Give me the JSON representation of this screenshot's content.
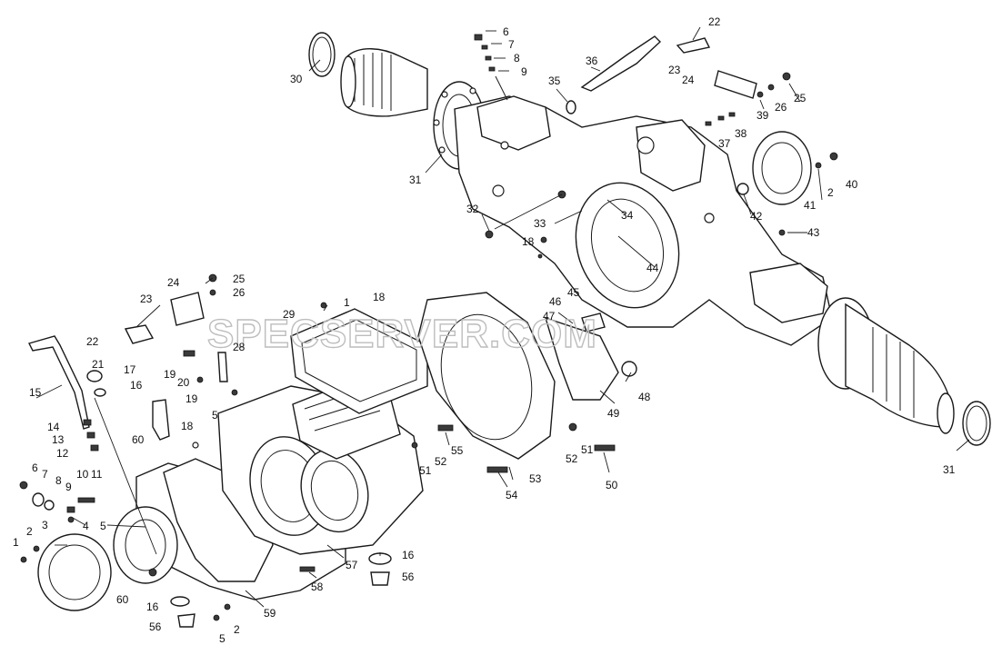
{
  "watermark": "SPECSERVER.COM",
  "callouts": [
    {
      "id": "c6a",
      "text": "6"
    },
    {
      "id": "c7a",
      "text": "7"
    },
    {
      "id": "c8a",
      "text": "8"
    },
    {
      "id": "c9a",
      "text": "9"
    },
    {
      "id": "c36",
      "text": "36"
    },
    {
      "id": "c35",
      "text": "35"
    },
    {
      "id": "c22a",
      "text": "22"
    },
    {
      "id": "c23a",
      "text": "23"
    },
    {
      "id": "c24a",
      "text": "24"
    },
    {
      "id": "c25a",
      "text": "25"
    },
    {
      "id": "c26a",
      "text": "26"
    },
    {
      "id": "c39",
      "text": "39"
    },
    {
      "id": "c30",
      "text": "30"
    },
    {
      "id": "c31a",
      "text": "31"
    },
    {
      "id": "c37",
      "text": "37"
    },
    {
      "id": "c38",
      "text": "38"
    },
    {
      "id": "c40",
      "text": "40"
    },
    {
      "id": "c2a",
      "text": "2"
    },
    {
      "id": "c41",
      "text": "41"
    },
    {
      "id": "c32",
      "text": "32"
    },
    {
      "id": "c33",
      "text": "33"
    },
    {
      "id": "c34",
      "text": "34"
    },
    {
      "id": "c18a",
      "text": "18"
    },
    {
      "id": "c42",
      "text": "42"
    },
    {
      "id": "c43",
      "text": "43"
    },
    {
      "id": "c44",
      "text": "44"
    },
    {
      "id": "c24b",
      "text": "24"
    },
    {
      "id": "c25b",
      "text": "25"
    },
    {
      "id": "c26b",
      "text": "26"
    },
    {
      "id": "c23b",
      "text": "23"
    },
    {
      "id": "c22b",
      "text": "22"
    },
    {
      "id": "c1a",
      "text": "1"
    },
    {
      "id": "c18b",
      "text": "18"
    },
    {
      "id": "c29",
      "text": "29"
    },
    {
      "id": "c46",
      "text": "46"
    },
    {
      "id": "c45",
      "text": "45"
    },
    {
      "id": "c47",
      "text": "47"
    },
    {
      "id": "c28",
      "text": "28"
    },
    {
      "id": "c21",
      "text": "21"
    },
    {
      "id": "c17",
      "text": "17"
    },
    {
      "id": "c19a",
      "text": "19"
    },
    {
      "id": "c20",
      "text": "20"
    },
    {
      "id": "c19b",
      "text": "19"
    },
    {
      "id": "c15",
      "text": "15"
    },
    {
      "id": "c16a",
      "text": "16"
    },
    {
      "id": "c5a",
      "text": "5"
    },
    {
      "id": "c48",
      "text": "48"
    },
    {
      "id": "c49",
      "text": "49"
    },
    {
      "id": "c14",
      "text": "14"
    },
    {
      "id": "c13",
      "text": "13"
    },
    {
      "id": "c60a",
      "text": "60"
    },
    {
      "id": "c18c",
      "text": "18"
    },
    {
      "id": "c12",
      "text": "12"
    },
    {
      "id": "c55",
      "text": "55"
    },
    {
      "id": "c51a",
      "text": "51"
    },
    {
      "id": "c52a",
      "text": "52"
    },
    {
      "id": "c52b",
      "text": "52"
    },
    {
      "id": "c51b",
      "text": "51"
    },
    {
      "id": "c31b",
      "text": "31"
    },
    {
      "id": "c6b",
      "text": "6"
    },
    {
      "id": "c7b",
      "text": "7"
    },
    {
      "id": "c8b",
      "text": "8"
    },
    {
      "id": "c9b",
      "text": "9"
    },
    {
      "id": "c10",
      "text": "10"
    },
    {
      "id": "c11",
      "text": "11"
    },
    {
      "id": "c53",
      "text": "53"
    },
    {
      "id": "c50",
      "text": "50"
    },
    {
      "id": "c54",
      "text": "54"
    },
    {
      "id": "c4",
      "text": "4"
    },
    {
      "id": "c5b",
      "text": "5"
    },
    {
      "id": "c3",
      "text": "3"
    },
    {
      "id": "c2b",
      "text": "2"
    },
    {
      "id": "c1b",
      "text": "1"
    },
    {
      "id": "c16b",
      "text": "16"
    },
    {
      "id": "c56a",
      "text": "56"
    },
    {
      "id": "c57",
      "text": "57"
    },
    {
      "id": "c58",
      "text": "58"
    },
    {
      "id": "c60b",
      "text": "60"
    },
    {
      "id": "c16c",
      "text": "16"
    },
    {
      "id": "c56b",
      "text": "56"
    },
    {
      "id": "c59",
      "text": "59"
    },
    {
      "id": "c2c",
      "text": "2"
    },
    {
      "id": "c5c",
      "text": "5"
    }
  ]
}
